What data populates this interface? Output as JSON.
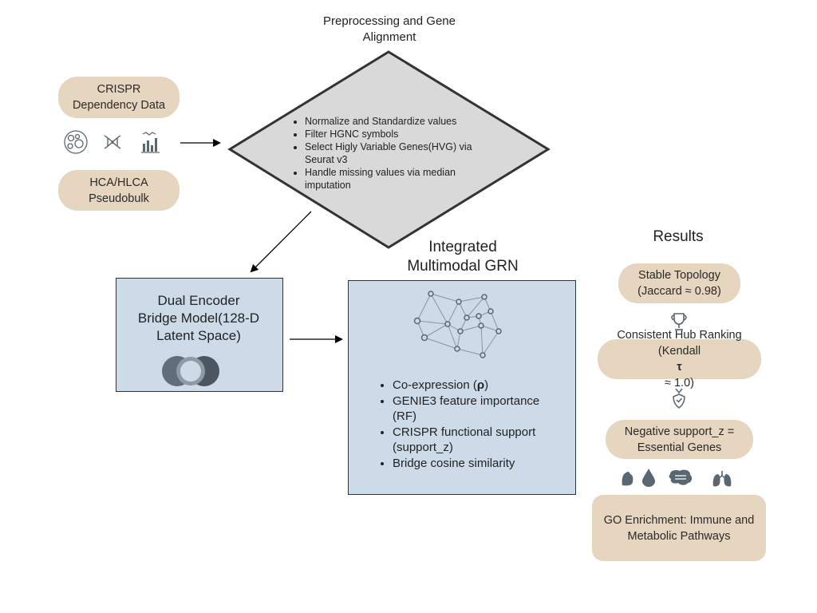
{
  "inputs": {
    "crispr_line1": "CRISPR",
    "crispr_line2": "Dependency Data",
    "hca_line1": "HCA/HLCA",
    "hca_line2": "Pseudobulk",
    "icons": [
      "cells-dish-icon",
      "dna-helix-icon",
      "bar-chart-icon"
    ]
  },
  "preprocessing": {
    "title_line1": "Preprocessing and Gene",
    "title_line2": "Alignment",
    "items": [
      "Normalize and Standardize values",
      "Filter HGNC symbols",
      "Select Higly Variable Genes(HVG) via Seurat v3",
      "Handle missing values via median imputation"
    ]
  },
  "bridge": {
    "line1": "Dual Encoder",
    "line2": "Bridge Model(128-D",
    "line3": "Latent Space)",
    "icon": "overlapping-circles-icon"
  },
  "grn": {
    "title_line1": "Integrated",
    "title_line2": "Multimodal GRN",
    "icon": "network-graph-icon",
    "items": [
      {
        "pre": "Co-expression (",
        "bold": "ρ",
        "post": ")"
      },
      {
        "pre": "GENIE3 feature importance (RF)",
        "bold": "",
        "post": ""
      },
      {
        "pre": "CRISPR functional support (support_z)",
        "bold": "",
        "post": ""
      },
      {
        "pre": "Bridge cosine similarity",
        "bold": "",
        "post": ""
      }
    ]
  },
  "results": {
    "title": "Results",
    "stable_line1": "Stable Topology",
    "stable_line2": "(Jaccard ≈ 0.98)",
    "hub_line1": "Consistent Hub Ranking",
    "hub_pre": "(Kendall ",
    "hub_bold": "τ",
    "hub_post": " ≈ 1.0)",
    "neg_line1": "Negative support_z =",
    "neg_line2": "Essential Genes",
    "go_line1": "GO Enrichment: Immune and",
    "go_line2": "Metabolic Pathways",
    "icons": [
      "trophy-icon",
      "medal-shield-icon",
      "liver-icon",
      "drop-icon",
      "intestine-icon",
      "lungs-icon"
    ]
  },
  "colors": {
    "pill": "#e6d5bf",
    "box": "#cddbe9",
    "diamond": "#d9d9d9",
    "icon": "#5a6670"
  }
}
